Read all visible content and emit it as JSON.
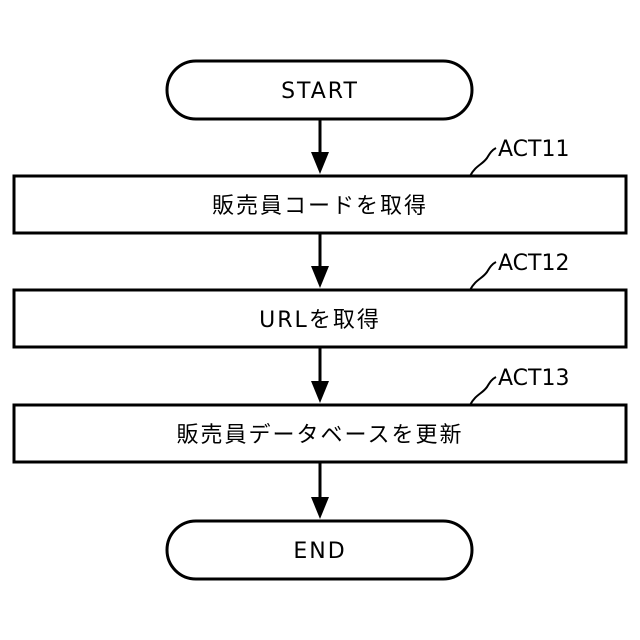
{
  "flowchart": {
    "start": {
      "label": "START"
    },
    "steps": [
      {
        "id": "ACT11",
        "label": "販売員コードを取得"
      },
      {
        "id": "ACT12",
        "label": "URLを取得"
      },
      {
        "id": "ACT13",
        "label": "販売員データベースを更新"
      }
    ],
    "end": {
      "label": "END"
    }
  },
  "colors": {
    "stroke": "#000000",
    "fill": "#ffffff",
    "text": "#000000"
  }
}
